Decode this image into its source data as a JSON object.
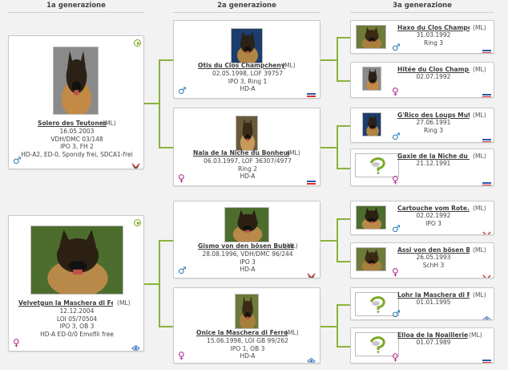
{
  "headers": {
    "gen1": "1a generazione",
    "gen2": "2a generazione",
    "gen3": "3a generazione"
  },
  "gen1": [
    {
      "name": "Solero des Teutones",
      "suffix": "(ML)",
      "lines": [
        "16.05.2003",
        "VDH/DMC 03/148",
        "IPO 3, FH 2",
        "HD-A2, ED-0, Spondy frei, SDCA1-frei"
      ],
      "sex": "♂",
      "sex_label": "male",
      "flag": "dmc-flag-icon"
    },
    {
      "name": "Velvetgun la Maschera di Fe...",
      "suffix": "(ML)",
      "lines": [
        "12.12.2004",
        "LOI 05/70504",
        "IPO 3, OB 3",
        "HD-A ED-0/0 Emofili free"
      ],
      "sex": "♀",
      "sex_label": "female",
      "flag": "enci-flag-icon"
    }
  ],
  "gen2": [
    {
      "name": "Otis du Clos Champcheny",
      "suffix": "(ML)",
      "lines": [
        "02.05.1998, LOF 39757",
        "IPO 3, Ring 1",
        "HD-A"
      ],
      "sex": "♂",
      "flag": "france-flag-icon"
    },
    {
      "name": "Nala de la Niche du Bonheur",
      "suffix": "(ML)",
      "lines": [
        "06.03.1997, LOF 36307/4977",
        "Ring 2",
        "HD-A"
      ],
      "sex": "♀",
      "flag": "france-flag-icon"
    },
    {
      "name": "Gismo von den bösen Buben",
      "suffix": "(ML)",
      "lines": [
        "28.08.1996, VDH/DMC 96/244",
        "IPO 3",
        "HD-A"
      ],
      "sex": "♂",
      "flag": "dmc-flag-icon"
    },
    {
      "name": "Onice la Maschera di Ferro",
      "suffix": "(ML)",
      "lines": [
        "15.06.1998, LOI GB 99/262",
        "IPO 1, OB 3",
        "HD-A"
      ],
      "sex": "♀",
      "flag": "enci-flag-icon"
    }
  ],
  "gen3": [
    {
      "name": "Haxo du Clos Champc...",
      "suffix": "(ML)",
      "lines": [
        "31.03.1992",
        "Ring 3"
      ],
      "sex": "♂",
      "flag": "france-flag-icon",
      "photo": true
    },
    {
      "name": "Hitée du Clos Champ...",
      "suffix": "(ML)",
      "lines": [
        "02.07.1992"
      ],
      "sex": "♀",
      "flag": "france-flag-icon",
      "photo": true
    },
    {
      "name": "G'Rico des Loups Mut...",
      "suffix": "(ML)",
      "lines": [
        "27.06.1991",
        "Ring 3"
      ],
      "sex": "♂",
      "flag": "france-flag-icon",
      "photo": true
    },
    {
      "name": "Gaxie de la Niche du ...",
      "suffix": "(ML)",
      "lines": [
        "21.12.1991"
      ],
      "sex": "♀",
      "flag": "france-flag-icon",
      "photo": false
    },
    {
      "name": "Cartouche vom Rote...",
      "suffix": "(ML)",
      "lines": [
        "02.02.1992",
        "IPO 3"
      ],
      "sex": "♂",
      "flag": "dmc-flag-icon",
      "photo": true
    },
    {
      "name": "Assi von den bösen B...",
      "suffix": "(ML)",
      "lines": [
        "26.05.1993",
        "SchH 3"
      ],
      "sex": "♀",
      "flag": "dmc-flag-icon",
      "photo": true
    },
    {
      "name": "Lohr la Maschera di F...",
      "suffix": "(ML)",
      "lines": [
        "01.01.1995"
      ],
      "sex": "♂",
      "flag": "enci-flag-icon",
      "photo": false
    },
    {
      "name": "Elloa de la Noaillerie",
      "suffix": "(ML)",
      "lines": [
        "01.07.1989"
      ],
      "sex": "♀",
      "flag": "france-flag-icon",
      "photo": false
    }
  ],
  "colors": {
    "connector": "#8ab33a",
    "male": "#2a7db8",
    "female": "#b0278b"
  }
}
